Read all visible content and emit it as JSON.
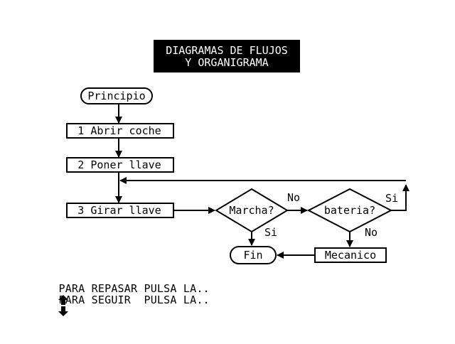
{
  "title": {
    "line1": "DIAGRAMAS DE FLUJOS",
    "line2": "Y ORGANIGRAMA"
  },
  "nodes": {
    "start": "Principio",
    "step1": "1 Abrir coche",
    "step2": "2 Poner llave",
    "step3": "3 Girar llave",
    "decision_marcha": "Marcha?",
    "decision_bateria": "bateria?",
    "mecanico": "Mecanico",
    "end": "Fin"
  },
  "edge_labels": {
    "marcha_no": "No",
    "marcha_si": "Si",
    "bateria_si": "Si",
    "bateria_no": "No"
  },
  "hints": {
    "repasar": "PARA REPASAR PULSA LA..",
    "seguir": "PARA SEGUIR  PULSA LA..",
    "repasar_icon": "up-arrow-icon",
    "seguir_icon": "down-arrow-icon"
  }
}
